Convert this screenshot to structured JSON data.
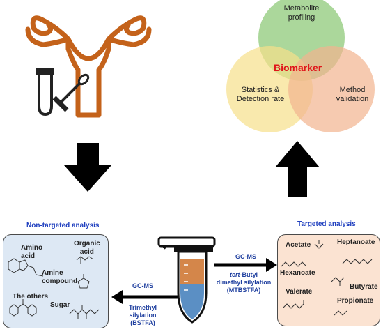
{
  "venn": {
    "top": "Metabolite\nprofiling",
    "left": "Statistics &\nDetection rate",
    "right": "Method\nvalidation",
    "center": "Biomarker"
  },
  "left_panel": {
    "title": "Non-targeted  analysis",
    "labels": {
      "amino": "Amino\nacid",
      "organic": "Organic\nacid",
      "amine": "Amine\ncompound",
      "others": "The others",
      "sugar": "Sugar"
    }
  },
  "right_panel": {
    "title": "Targeted  analysis",
    "labels": {
      "acetate": "Acetate",
      "heptanoate": "Heptanoate",
      "hexanoate": "Hexanoate",
      "butyrate": "Butyrate",
      "valerate": "Valerate",
      "propionate": "Propionate"
    }
  },
  "flows": {
    "left_gcms": "GC-MS",
    "left_method": "Trimethyl\nsilylation\n(BSTFA)",
    "right_gcms": "GC-MS",
    "right_method_prefix": "tert",
    "right_method": "-Butyl\ndimethyl silylation\n(MTBSTFA)"
  },
  "colors": {
    "venn_top": "#8fc97a",
    "venn_left": "#f7e08a",
    "venn_right": "#f2b48e",
    "uterus": "#c4621a",
    "left_panel_bg": "#dde8f4",
    "right_panel_bg": "#fbe3d2",
    "tube_orange": "#d4864a",
    "tube_blue": "#5b8fc4"
  }
}
